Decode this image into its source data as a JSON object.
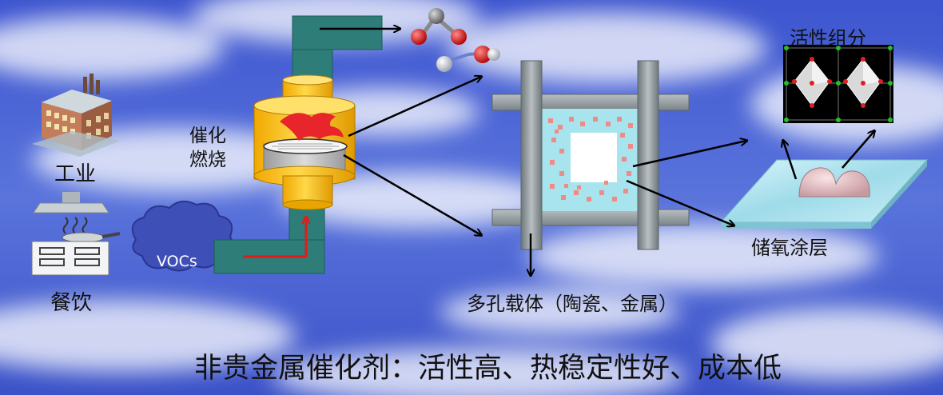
{
  "labels": {
    "industry": "工业",
    "catering": "餐饮",
    "combustion_line1": "催化",
    "combustion_line2": "燃烧",
    "vocs": "VOCs",
    "porous_support": "多孔载体（陶瓷、金属）",
    "active_component": "活性组分",
    "oxygen_storage": "储氧涂层",
    "summary": "非贵金属催化剂：活性高、热稳定性好、成本低"
  },
  "icons": [
    "factory-icon",
    "kitchen-stove-icon",
    "voc-cloud-icon",
    "co2-molecule-icon",
    "h2o-molecule-icon",
    "crystal-structure-icon"
  ],
  "colors": {
    "sky_blue": "#2f4fd6",
    "duct_teal": "#2e7d78",
    "reactor_yellow": "#f5b800",
    "frame_gray": "#8c9498",
    "flame_red": "#e8252a",
    "flow_arrow_red": "#e31b1b",
    "coating_cyan": "#a8e4ee"
  }
}
